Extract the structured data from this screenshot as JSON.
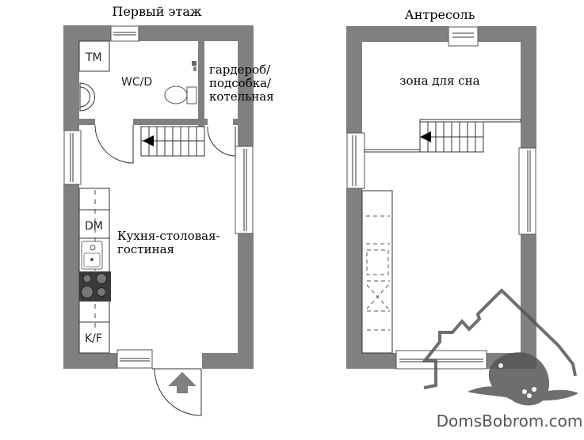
{
  "ground_floor": {
    "title": "Первый этаж",
    "rooms": {
      "wc": "WC/D",
      "tm": "TM",
      "closet": [
        "гардероб/",
        "подсобка/",
        "котельная"
      ],
      "kitchen": [
        "Кухня-столовая-",
        "гостиная"
      ],
      "dm": "DM",
      "kf": "K/F"
    }
  },
  "mezzanine": {
    "title": "Антресоль",
    "rooms": {
      "sleep": "зона для сна"
    }
  },
  "watermark": {
    "text": "DomsBobrom.com"
  },
  "colors": {
    "wall": "#808080",
    "line": "#333333",
    "stove": "#3a3a3a"
  }
}
